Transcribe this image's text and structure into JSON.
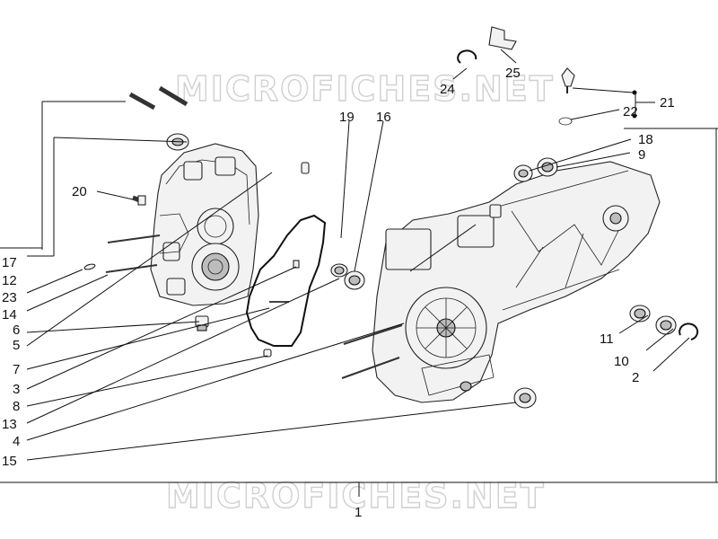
{
  "watermark": {
    "text": "MICROFICHES.NET",
    "color": "#d0d0d0"
  },
  "callouts": [
    "1",
    "2",
    "3",
    "4",
    "5",
    "6",
    "7",
    "8",
    "9",
    "10",
    "11",
    "12",
    "13",
    "14",
    "15",
    "16",
    "17",
    "18",
    "19",
    "20",
    "21",
    "22",
    "23",
    "24",
    "25"
  ],
  "labels": {
    "n1": "1",
    "n2": "2",
    "n3": "3",
    "n4": "4",
    "n5": "5",
    "n6": "6",
    "n7": "7",
    "n8": "8",
    "n9": "9",
    "n10": "10",
    "n11": "11",
    "n12": "12",
    "n13": "13",
    "n14": "14",
    "n15": "15",
    "n16": "16",
    "n17": "17",
    "n18": "18",
    "n19": "19",
    "n20": "20",
    "n21": "21",
    "n22": "22",
    "n23": "23",
    "n24": "24",
    "n25": "25"
  },
  "icons": [
    "left-crankcase-half",
    "right-crankcase-half",
    "gasket",
    "oil-seal",
    "bearing",
    "stud-bolt",
    "dowel-pin",
    "drain-plug",
    "oil-dipstick",
    "o-ring",
    "circlip",
    "bracket",
    "screw"
  ]
}
